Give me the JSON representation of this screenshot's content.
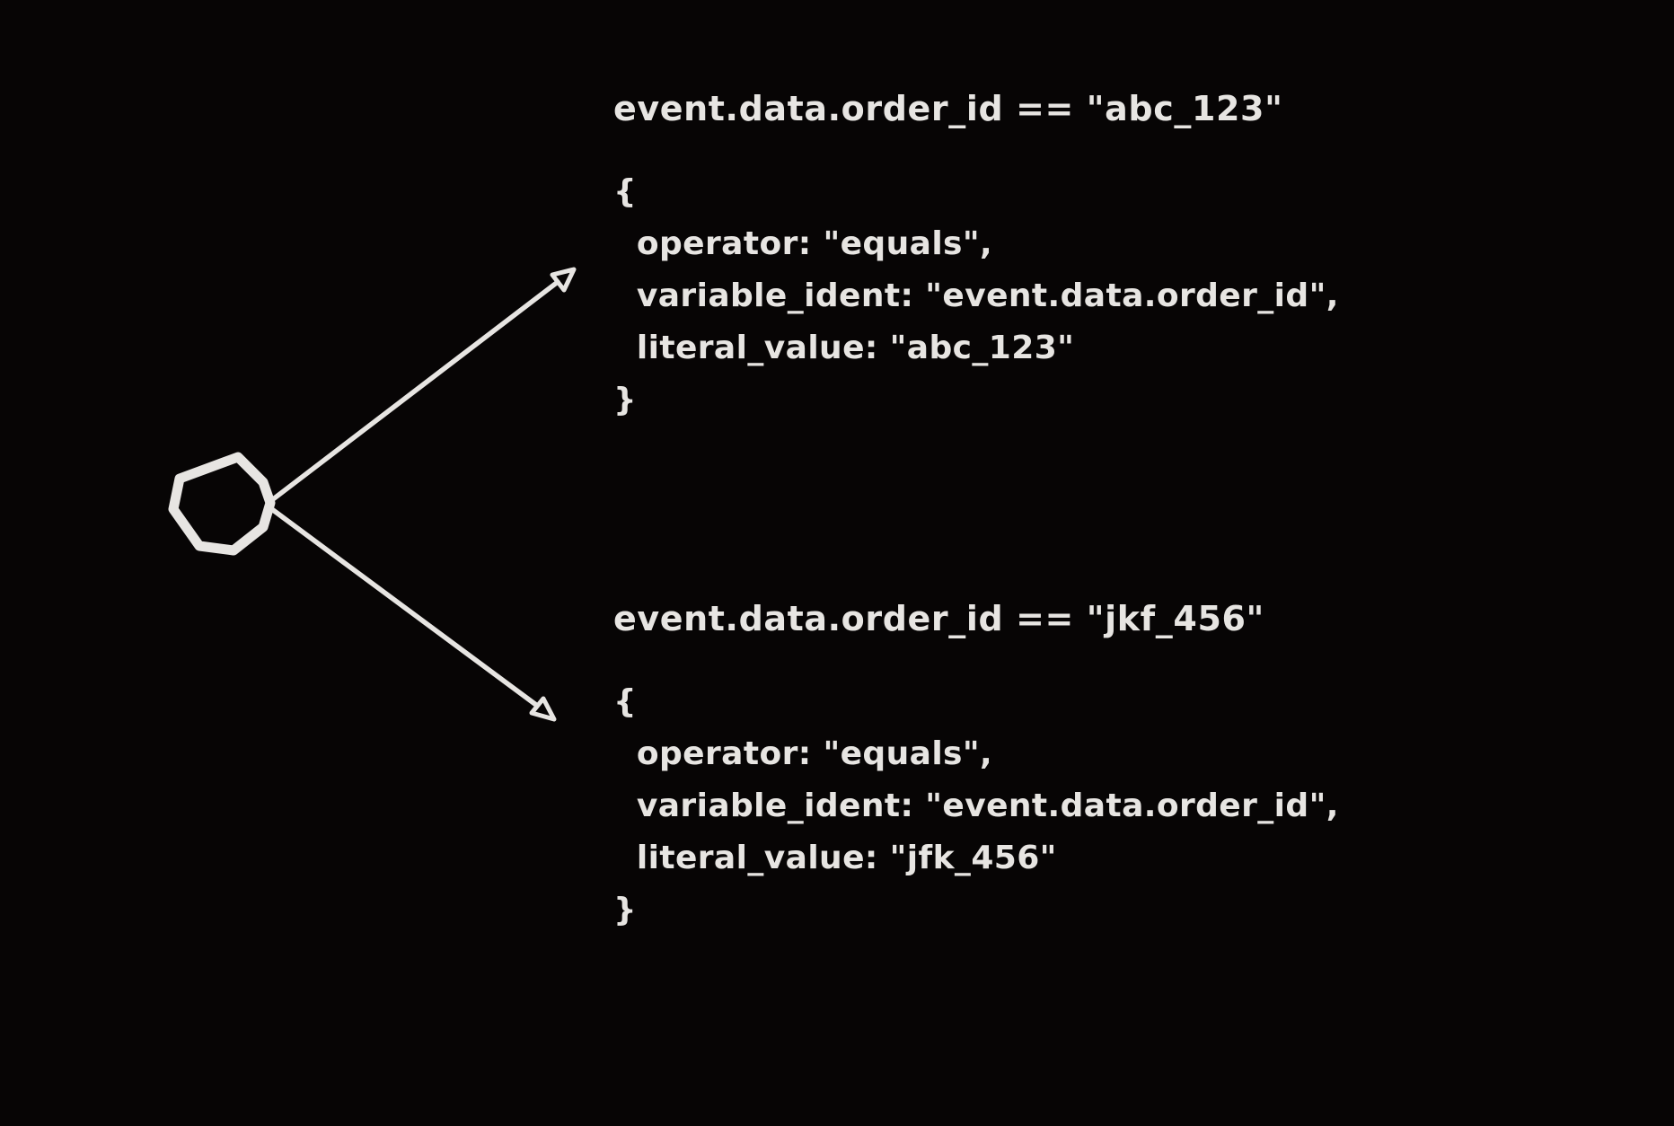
{
  "colors": {
    "background": "#070505",
    "ink": "#e7e5e2"
  },
  "node": {
    "kind": "hand-drawn-circle"
  },
  "branches": [
    {
      "title": "event.data.order_id == \"abc_123\"",
      "code": [
        "{",
        "  operator: \"equals\",",
        "  variable_ident: \"event.data.order_id\",",
        "  literal_value: \"abc_123\"",
        "}"
      ]
    },
    {
      "title": "event.data.order_id == \"jkf_456\"",
      "code": [
        "{",
        "  operator: \"equals\",",
        "  variable_ident: \"event.data.order_id\",",
        "  literal_value: \"jfk_456\"",
        "}"
      ]
    }
  ]
}
